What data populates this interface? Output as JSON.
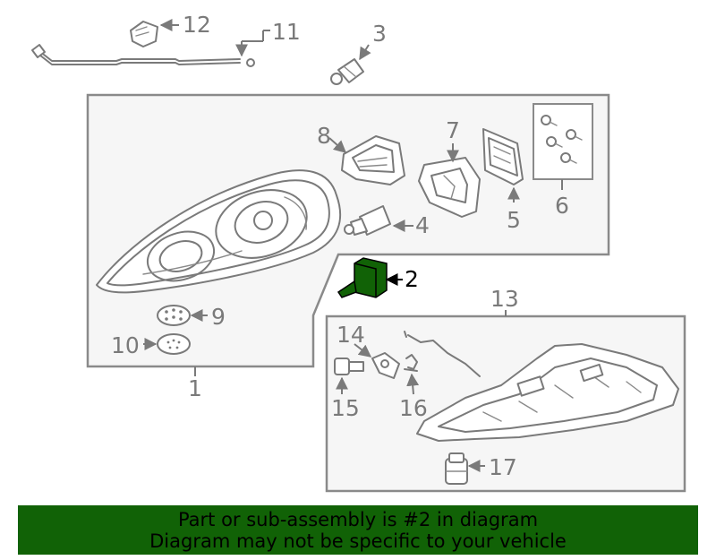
{
  "colors": {
    "highlight": "#116206",
    "line": "#7a7a7a",
    "box_fill": "#f6f6f6",
    "banner_bg": "#116206"
  },
  "callouts": {
    "c1": "1",
    "c2": "2",
    "c3": "3",
    "c4": "4",
    "c5": "5",
    "c6": "6",
    "c7": "7",
    "c8": "8",
    "c9": "9",
    "c10": "10",
    "c11": "11",
    "c12": "12",
    "c13": "13",
    "c14": "14",
    "c15": "15",
    "c16": "16",
    "c17": "17"
  },
  "banner": {
    "line1": "Part or sub-assembly is #2 in diagram",
    "line2": "Diagram may not be specific to your vehicle"
  }
}
